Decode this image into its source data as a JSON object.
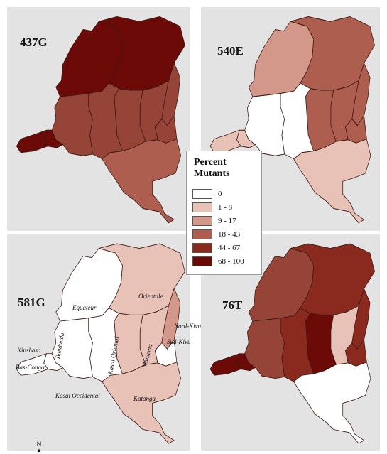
{
  "panels": [
    {
      "id": "p1",
      "title": "437G",
      "regions": {
        "equateur": "#6b0a06",
        "orientale": "#6b0a06",
        "kinshasa": "#6b0a06",
        "bas_congo": "#6b0a06",
        "bandundu": "#974438",
        "kasai_occ": "#974438",
        "kasai_or": "#974438",
        "maniema": "#974438",
        "nord_kivu": "#974438",
        "sud_kivu": "#974438",
        "katanga": "#ad5e4f"
      }
    },
    {
      "id": "p2",
      "title": "540E",
      "regions": {
        "equateur": "#d4988a",
        "orientale": "#ad5e4f",
        "kinshasa": "#e8c1b7",
        "bas_congo": "#e8c1b7",
        "bandundu": "#ffffff",
        "kasai_occ": "#ffffff",
        "kasai_or": "#ad5e4f",
        "maniema": "#ad5e4f",
        "nord_kivu": "#ad5e4f",
        "sud_kivu": "#ad5e4f",
        "katanga": "#e8c1b7"
      }
    },
    {
      "id": "p3",
      "title": "581G",
      "regions": {
        "equateur": "#ffffff",
        "orientale": "#e8c1b7",
        "kinshasa": "#ffffff",
        "bas_congo": "#ffffff",
        "bandundu": "#ffffff",
        "kasai_occ": "#ffffff",
        "kasai_or": "#e8c1b7",
        "maniema": "#e8c1b7",
        "nord_kivu": "#d4988a",
        "sud_kivu": "#ffffff",
        "katanga": "#e8c1b7"
      }
    },
    {
      "id": "p4",
      "title": "76T",
      "regions": {
        "equateur": "#974438",
        "orientale": "#8a2a1e",
        "kinshasa": "#6b0a06",
        "bas_congo": "#6b0a06",
        "bandundu": "#974438",
        "kasai_occ": "#8a2a1e",
        "kasai_or": "#6b0a06",
        "maniema": "#e8c1b7",
        "nord_kivu": "#8a2a1e",
        "sud_kivu": "#8a2a1e",
        "katanga": "#ffffff"
      }
    }
  ],
  "region_labels": {
    "equateur": "Equateur",
    "orientale": "Orientale",
    "nord_kivu": "Nord-Kivu",
    "sud_kivu": "Sud-Kivu",
    "kinshasa": "Kinshasa",
    "bas_congo": "Bas-Congo",
    "bandundu": "Bandundu",
    "kasai_oriental": "Kasai Oriental",
    "maniema": "Maniema",
    "kasai_occidental": "Kasai Occidental",
    "katanga": "Katanga"
  },
  "legend": {
    "title": "Percent Mutants",
    "items": [
      {
        "label": "0",
        "color": "#ffffff"
      },
      {
        "label": "1 - 8",
        "color": "#e8c1b7"
      },
      {
        "label": "9 - 17",
        "color": "#d4988a"
      },
      {
        "label": "18 - 43",
        "color": "#ad5e4f"
      },
      {
        "label": "44 - 67",
        "color": "#8a2a1e"
      },
      {
        "label": "68 - 100",
        "color": "#6b0a06"
      }
    ]
  },
  "north_label": "N"
}
